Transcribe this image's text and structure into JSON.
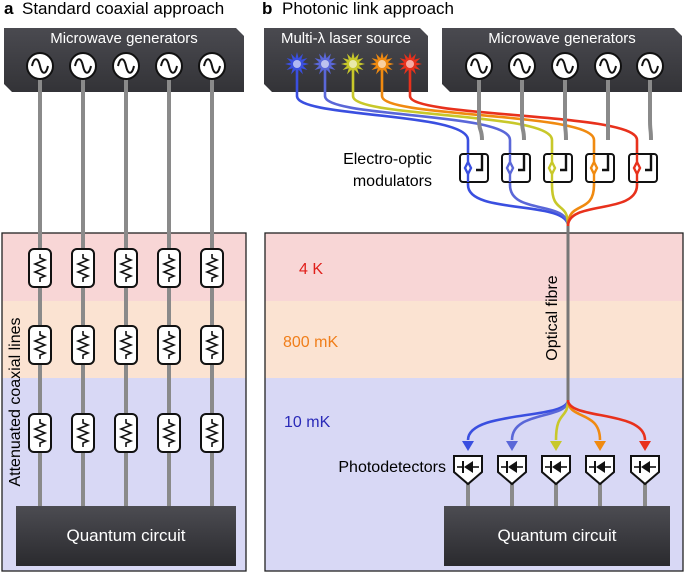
{
  "panel_a": {
    "letter": "a",
    "title": "Standard coaxial approach",
    "generators_label": "Microwave generators",
    "attenuated_label": "Attenuated coaxial lines",
    "quantum_label": "Quantum circuit"
  },
  "panel_b": {
    "letter": "b",
    "title": "Photonic link approach",
    "laser_label": "Multi-λ laser source",
    "generators_label": "Microwave generators",
    "modulators_line1": "Electro-optic",
    "modulators_line2": "modulators",
    "fibre_label": "Optical fibre",
    "photodetectors_label": "Photodetectors",
    "quantum_label": "Quantum circuit",
    "temp_4k": "4 K",
    "temp_800mk": "800 mK",
    "temp_10mk": "10 mK"
  },
  "colors": {
    "band_4k": "#f8d6d6",
    "band_800mk": "#fbe3d2",
    "band_10mk": "#d8d8f5",
    "temp_4k": "#e0201b",
    "temp_800mk": "#f07e1a",
    "temp_10mk": "#2a2ab8",
    "box_dark": "#3a3a3e",
    "channels": [
      "#3a4fe0",
      "#5a67d8",
      "#c8c82a",
      "#f08a10",
      "#e8311c"
    ]
  },
  "icons": [
    "sine-wave-icon",
    "attenuator-icon",
    "laser-burst-icon",
    "modulator-icon",
    "photodiode-icon",
    "arrowhead-icon"
  ],
  "channel_count": 5
}
